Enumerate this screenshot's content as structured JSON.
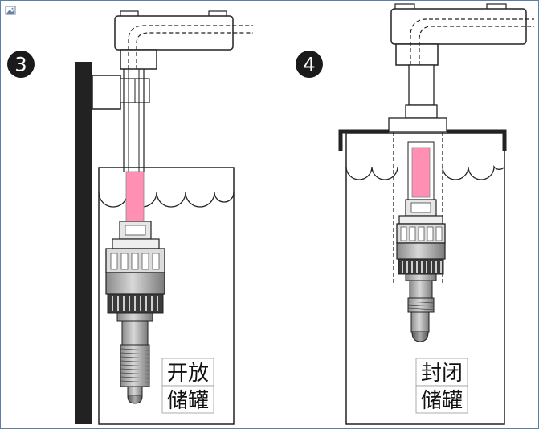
{
  "colors": {
    "frame": "#5a7fa8",
    "ink": "#222222",
    "wall": "#222222",
    "sensor_body": "#d9d9d9",
    "sensor_dark": "#555555",
    "sensor_window": "#ff8fb3",
    "label_bg": "#ffffff"
  },
  "corner_icon": "image-icon",
  "panels": [
    {
      "step": "3",
      "caption_top": "开放",
      "caption_bottom": "储罐"
    },
    {
      "step": "4",
      "caption_top": "封闭",
      "caption_bottom": "储罐"
    }
  ]
}
